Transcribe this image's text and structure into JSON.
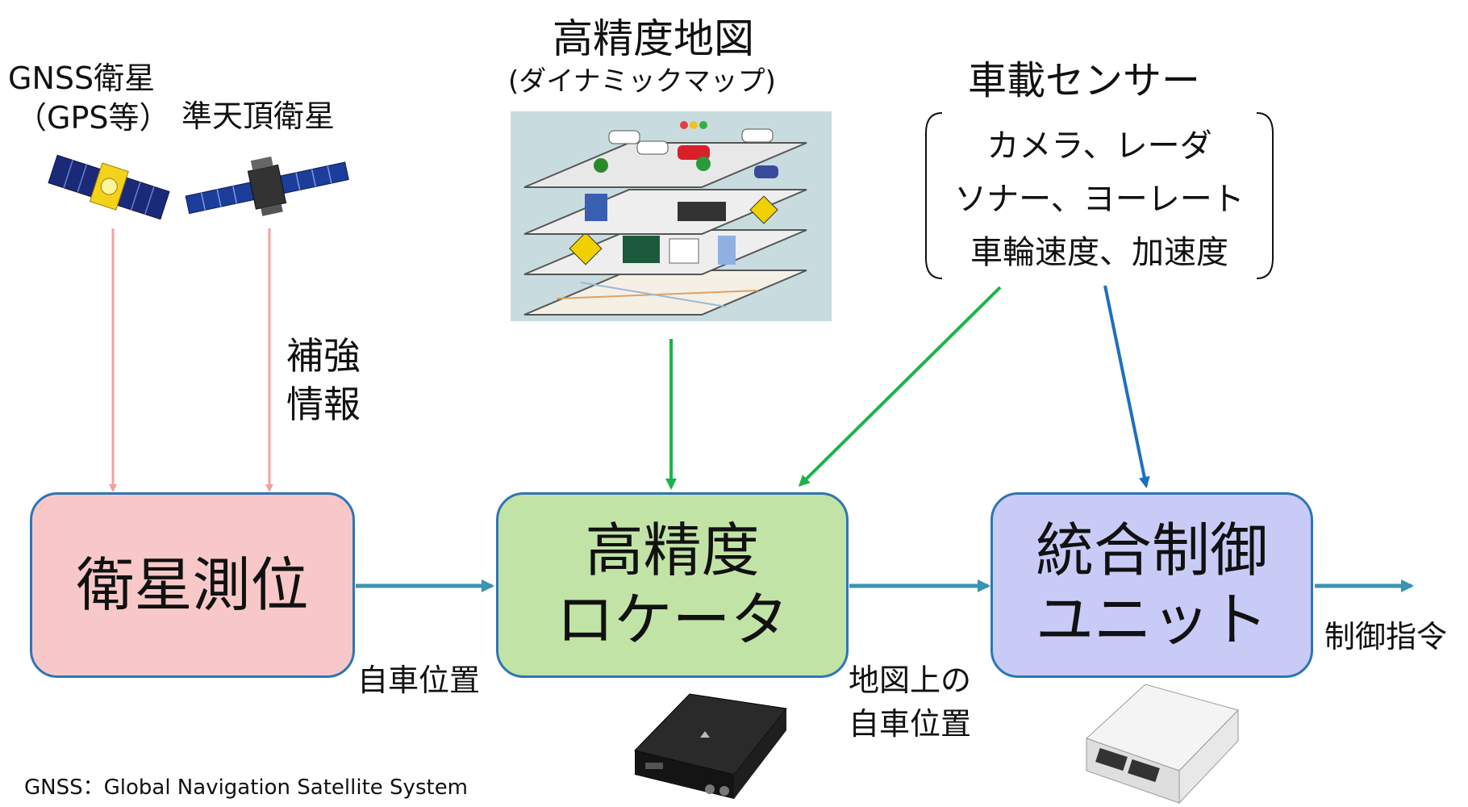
{
  "sources": {
    "gnss_line1": "GNSS衛星",
    "gnss_line2": "（GPS等）",
    "qzss": "準天頂衛星",
    "map_title": "高精度地図",
    "map_subtitle": "(ダイナミックマップ)",
    "sensor_title": "車載センサー",
    "sensor_lines": [
      "カメラ、レーダ",
      "ソナー、ヨーレート",
      "車輪速度、加速度"
    ]
  },
  "labels": {
    "augment_line1": "補強",
    "augment_line2": "情報",
    "own_position": "自車位置",
    "map_position_line1": "地図上の",
    "map_position_line2": "自車位置",
    "control_command": "制御指令"
  },
  "boxes": {
    "satellite": {
      "line1": "衛星測位"
    },
    "locator": {
      "line1": "高精度",
      "line2": "ロケータ"
    },
    "ecu": {
      "line1": "統合制御",
      "line2": "ユニット"
    }
  },
  "footnote": "GNSS：Global Navigation Satellite System",
  "colors": {
    "pink_arrow": "#f4a0a0",
    "green_arrow": "#1db34a",
    "blue_arrow": "#1f6fbf",
    "teal_arrow": "#3a93b0",
    "box_border": "#2e75b6",
    "satellite_fill": "#f8c8c8",
    "locator_fill": "#c2e3a6",
    "ecu_fill": "#c9cbf7",
    "map_bg": "#c8dce0"
  },
  "icons": [
    "gnss-satellite-icon",
    "qzss-satellite-icon",
    "map-layers-icon",
    "locator-device-icon",
    "ecu-device-icon"
  ]
}
